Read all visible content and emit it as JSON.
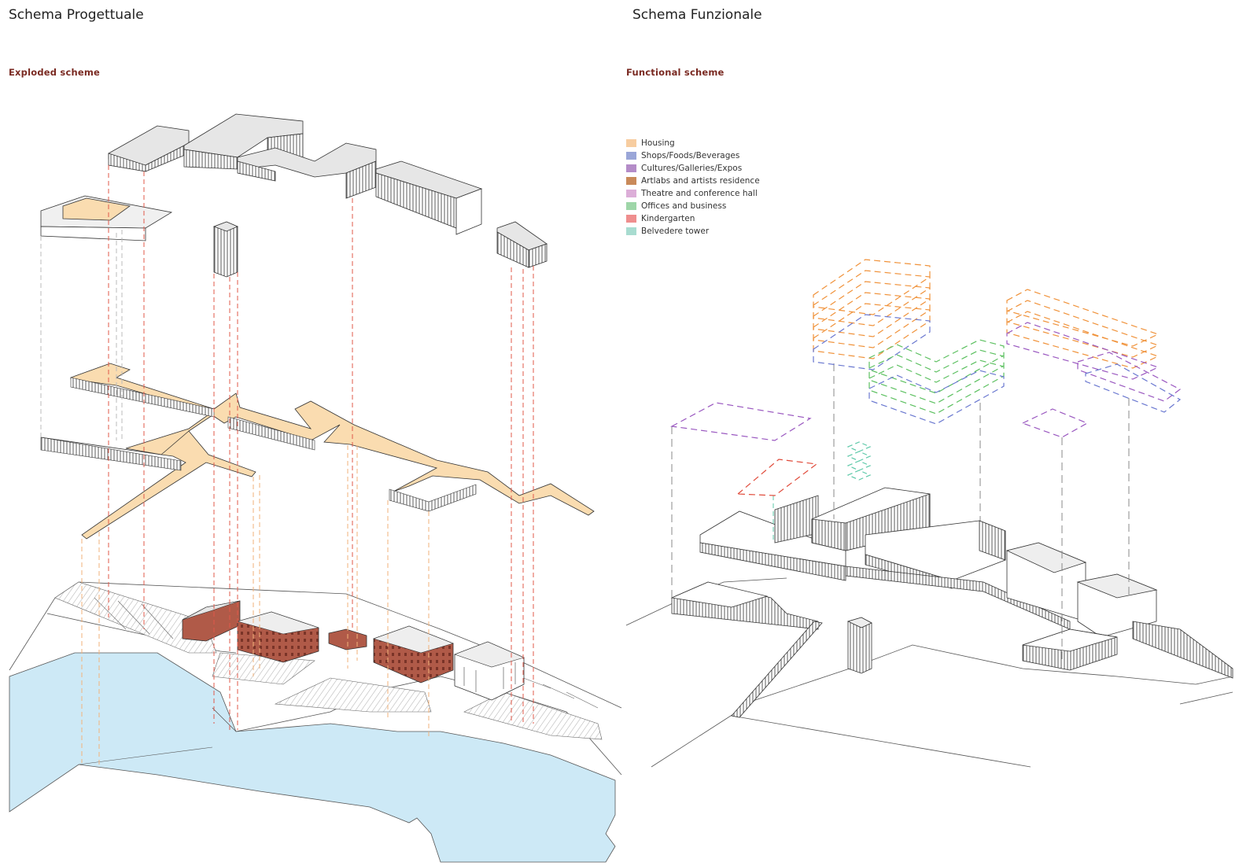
{
  "left_panel": {
    "title": "Schema Progettuale",
    "subtitle": "Exploded scheme"
  },
  "right_panel": {
    "title": "Schema Funzionale",
    "subtitle": "Functional scheme"
  },
  "legend": [
    {
      "label": "Housing",
      "color": "#f7cda0"
    },
    {
      "label": "Shops/Foods/Beverages",
      "color": "#9aa6d8"
    },
    {
      "label": "Cultures/Galleries/Expos",
      "color": "#b48cc8"
    },
    {
      "label": "Artlabs and artists residence",
      "color": "#c98a5a"
    },
    {
      "label": "Theatre and conference hall",
      "color": "#dcaed8"
    },
    {
      "label": "Offices and business",
      "color": "#9ed6a8"
    },
    {
      "label": "Kindergarten",
      "color": "#ef8e8e"
    },
    {
      "label": "Belvedere tower",
      "color": "#a8dcd0"
    }
  ],
  "palette": {
    "water": "#cde9f6",
    "deck": "#fadcb0",
    "roof": "#e6e6e6",
    "brick": "#b05a48",
    "guide_red": "#e0584a",
    "guide_orange": "#f2b27a",
    "housing_line": "#f0923a",
    "shops_line": "#6a78d0",
    "culture_line": "#9a58c0",
    "offices_line": "#5cc060",
    "kinder_line": "#e04a3a",
    "tower_line": "#5cc8a8",
    "grey_line": "#888888"
  }
}
